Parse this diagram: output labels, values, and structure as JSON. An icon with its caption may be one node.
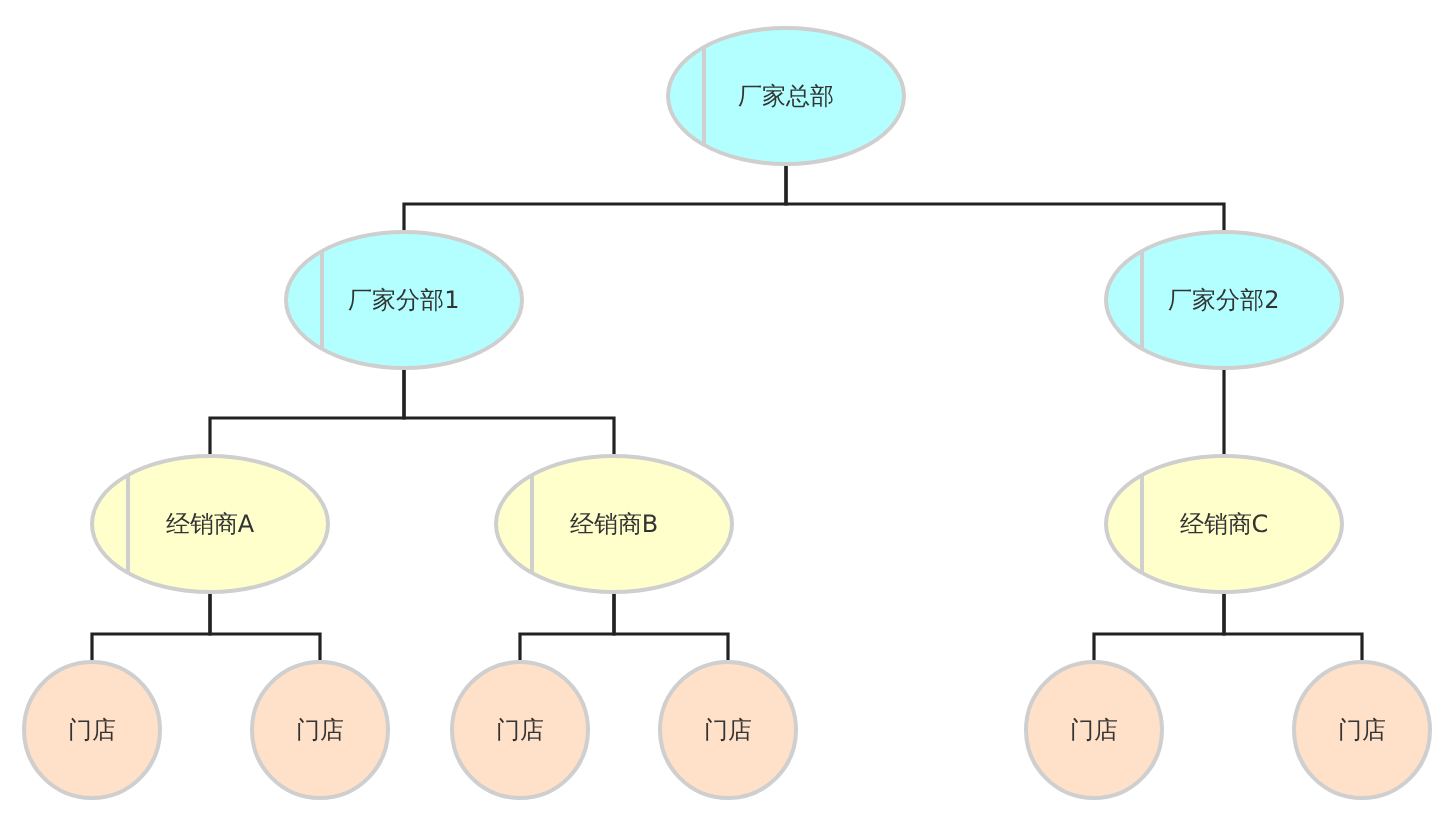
{
  "diagram": {
    "nodes": [
      {
        "text": [
          "厂家总部"
        ]
      },
      {
        "text": [
          "厂家分部1"
        ]
      },
      {
        "text": [
          "厂家分部2"
        ]
      },
      {
        "text": [
          "经销商A"
        ]
      },
      {
        "text": [
          "经销商B"
        ]
      },
      {
        "text": [
          "经销商C"
        ]
      },
      {
        "text": [
          "门店"
        ]
      },
      {
        "text": [
          "门店"
        ]
      },
      {
        "text": [
          "门店"
        ]
      },
      {
        "text": [
          "门店"
        ]
      },
      {
        "text": [
          "门店"
        ]
      },
      {
        "text": [
          "门店"
        ]
      }
    ],
    "edges": [
      {
        "from": 0,
        "to": 1,
        "arrow": "none"
      },
      {
        "from": 0,
        "to": 2,
        "arrow": "none"
      },
      {
        "from": 1,
        "to": 3,
        "arrow": "none"
      },
      {
        "from": 1,
        "to": 4,
        "arrow": "none"
      },
      {
        "from": 2,
        "to": 5,
        "arrow": "none"
      },
      {
        "from": 3,
        "to": 6,
        "arrow": "none"
      },
      {
        "from": 3,
        "to": 7,
        "arrow": "none"
      },
      {
        "from": 4,
        "to": 8,
        "arrow": "none"
      },
      {
        "from": 4,
        "to": 9,
        "arrow": "none"
      },
      {
        "from": 5,
        "to": 10,
        "arrow": "none"
      },
      {
        "from": 5,
        "to": 11,
        "arrow": "none"
      }
    ]
  }
}
